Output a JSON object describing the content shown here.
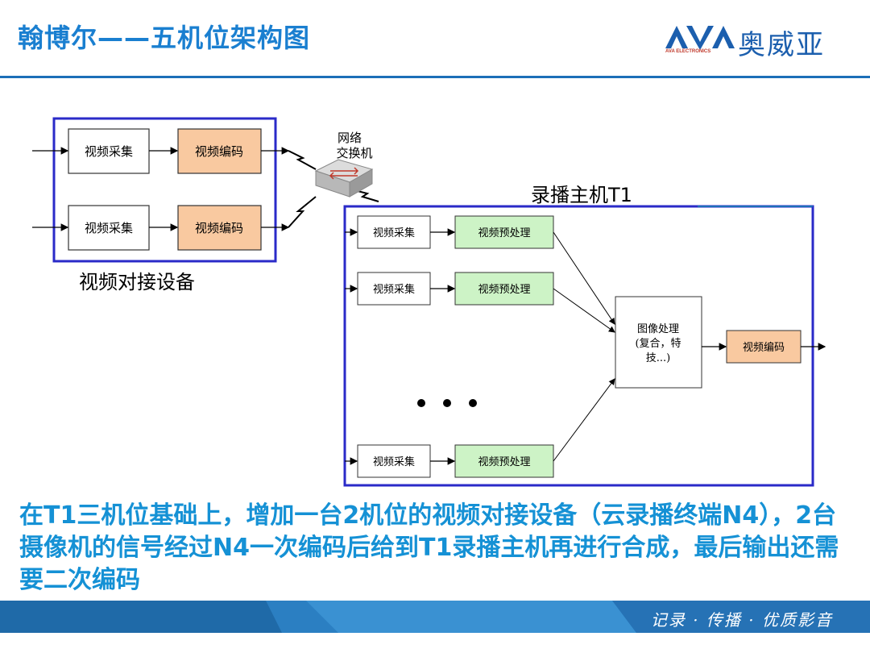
{
  "slide": {
    "title": "翰博尔——五机位架构图",
    "description": "在T1三机位基础上，增加一台2机位的视频对接设备（云录播终端N4），2台摄像机的信号经过N4一次编码后给到T1录播主机再进行合成，最后输出还需要二次编码",
    "slogan": "记录 · 传播 · 优质影音"
  },
  "logo": {
    "brand_cn": "奥威亚",
    "brand_en": "AVA ELECTRONICS",
    "mark_color": "#1c5fae",
    "accent_color": "#c0392b"
  },
  "colors": {
    "title": "#1a7fd0",
    "description": "#1591d5",
    "frame": "#2a2ac8",
    "encode_fill": "#f9c9a0",
    "preprocess_fill": "#cdf3c6"
  },
  "diagram": {
    "docking_device_label": "视频对接设备",
    "docking_boxes": {
      "capture": "视频采集",
      "encode": "视频编码"
    },
    "switch_label_line1": "网络",
    "switch_label_line2": "交换机",
    "host_label": "录播主机T1",
    "host_boxes": {
      "capture": "视频采集",
      "preprocess": "视频预处理",
      "image_line1": "图像处理",
      "image_line2": "(复合，特",
      "image_line3": "技...)",
      "encode": "视频编码"
    }
  }
}
